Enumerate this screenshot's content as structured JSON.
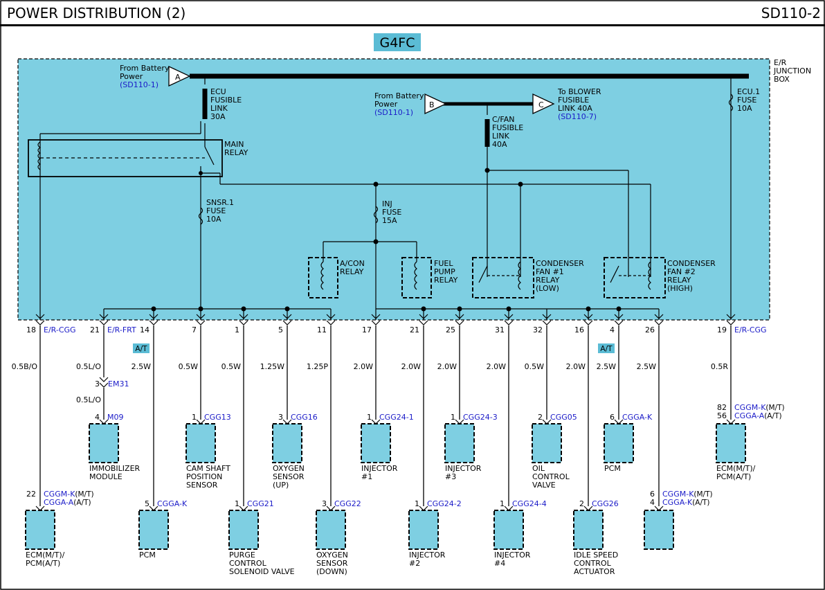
{
  "header": {
    "title": "POWER DISTRIBUTION (2)",
    "code": "SD110-2"
  },
  "engine_badge": "G4FC",
  "junction_box": {
    "label_lines": [
      "E/R",
      "JUNCTION",
      "BOX"
    ],
    "battery_a": {
      "lines": [
        "From Battery",
        "Power"
      ],
      "ref": "(SD110-1)",
      "connector": "A"
    },
    "battery_b": {
      "lines": [
        "From Battery",
        "Power"
      ],
      "ref": "(SD110-1)",
      "connector": "B"
    },
    "blower": {
      "lines": [
        "To BLOWER",
        "FUSIBLE",
        "LINK 40A"
      ],
      "ref": "(SD110-7)",
      "connector": "C"
    },
    "ecu_link": [
      "ECU",
      "FUSIBLE",
      "LINK",
      "30A"
    ],
    "cfan_link": [
      "C/FAN",
      "FUSIBLE",
      "LINK",
      "40A"
    ],
    "ecu1_fuse": [
      "ECU.1",
      "FUSE",
      "10A"
    ],
    "snsr_fuse": [
      "SNSR.1",
      "FUSE",
      "10A"
    ],
    "inj_fuse": [
      "INJ",
      "FUSE",
      "15A"
    ],
    "main_relay": [
      "MAIN",
      "RELAY"
    ],
    "acon_relay": [
      "A/CON",
      "RELAY"
    ],
    "fuel_relay": [
      "FUEL",
      "PUMP",
      "RELAY"
    ],
    "cond1_relay": [
      "CONDENSER",
      "FAN #1",
      "RELAY",
      "(LOW)"
    ],
    "cond2_relay": [
      "CONDENSER",
      "FAN #2",
      "RELAY",
      "(HIGH)"
    ]
  },
  "pins": [
    {
      "pin": "18",
      "conn": "E/R-CGG",
      "wire": "0.5B/O"
    },
    {
      "pin": "21",
      "conn": "E/R-FRT",
      "wire": "0.5L/O"
    },
    {
      "pin": "14",
      "conn": "",
      "wire": "2.5W"
    },
    {
      "pin": "7",
      "conn": "",
      "wire": "0.5W"
    },
    {
      "pin": "1",
      "conn": "",
      "wire": "0.5W"
    },
    {
      "pin": "5",
      "conn": "",
      "wire": "1.25W"
    },
    {
      "pin": "11",
      "conn": "",
      "wire": "1.25P"
    },
    {
      "pin": "17",
      "conn": "",
      "wire": "2.0W"
    },
    {
      "pin": "21",
      "conn": "",
      "wire": "2.0W"
    },
    {
      "pin": "25",
      "conn": "",
      "wire": "2.0W"
    },
    {
      "pin": "31",
      "conn": "",
      "wire": "2.0W"
    },
    {
      "pin": "32",
      "conn": "",
      "wire": "0.5W"
    },
    {
      "pin": "16",
      "conn": "",
      "wire": "2.0W"
    },
    {
      "pin": "4",
      "conn": "",
      "wire": "2.5W"
    },
    {
      "pin": "26",
      "conn": "",
      "wire": "2.5W"
    },
    {
      "pin": "19",
      "conn": "E/R-CGG",
      "wire": "0.5R"
    }
  ],
  "at_badge": "A/T",
  "em31": {
    "pin": "3",
    "conn": "EM31",
    "wire": "0.5L/O"
  },
  "components": [
    {
      "pin": "4",
      "conn": "M09",
      "lines": [
        "IMMOBILIZER",
        "MODULE"
      ]
    },
    {
      "pin": "1",
      "conn": "CGG13",
      "lines": [
        "CAM SHAFT",
        "POSITION",
        "SENSOR"
      ]
    },
    {
      "pin": "3",
      "conn": "CGG16",
      "lines": [
        "OXYGEN",
        "SENSOR",
        "(UP)"
      ]
    },
    {
      "pin": "1",
      "conn": "CGG24-1",
      "lines": [
        "INJECTOR",
        "#1"
      ]
    },
    {
      "pin": "1",
      "conn": "CGG24-3",
      "lines": [
        "INJECTOR",
        "#3"
      ]
    },
    {
      "pin": "2",
      "conn": "CGG05",
      "lines": [
        "OIL",
        "CONTROL",
        "VALVE"
      ]
    },
    {
      "pin": "6",
      "conn": "CGGA-K",
      "lines": [
        "PCM"
      ]
    },
    {
      "pin1": "82",
      "conn1": "CGGM-K",
      "suf1": "(M/T)",
      "pin2": "56",
      "conn2": "CGGA-A",
      "suf2": "(A/T)",
      "lines": [
        "ECM(M/T)/",
        "PCM(A/T)"
      ]
    },
    {
      "pin1": "22",
      "conn1": "CGGM-K",
      "suf1": "(M/T)",
      "conn2": "CGGA-A",
      "suf2": "(A/T)",
      "lines": [
        "ECM(M/T)/",
        "PCM(A/T)"
      ]
    },
    {
      "pin": "5",
      "conn": "CGGA-K",
      "lines": [
        "PCM"
      ]
    },
    {
      "pin": "1",
      "conn": "CGG21",
      "lines": [
        "PURGE",
        "CONTROL",
        "SOLENOID VALVE"
      ]
    },
    {
      "pin": "3",
      "conn": "CGG22",
      "lines": [
        "OXYGEN",
        "SENSOR",
        "(DOWN)"
      ]
    },
    {
      "pin": "1",
      "conn": "CGG24-2",
      "lines": [
        "INJECTOR",
        "#2"
      ]
    },
    {
      "pin": "1",
      "conn": "CGG24-4",
      "lines": [
        "INJECTOR",
        "#4"
      ]
    },
    {
      "pin": "2",
      "conn": "CGG26",
      "lines": [
        "IDLE SPEED",
        "CONTROL",
        "ACTUATOR"
      ]
    },
    {
      "pin1": "6",
      "conn1": "CGGM-K",
      "suf1": "(M/T)",
      "pin2": "4",
      "conn2": "CGGA-K",
      "suf2": "(A/T)",
      "lines": []
    }
  ],
  "colors": {
    "box_fill": "#7ecfe2",
    "badge_fill": "#5bbcd5",
    "link_text": "#1a1ac8"
  }
}
